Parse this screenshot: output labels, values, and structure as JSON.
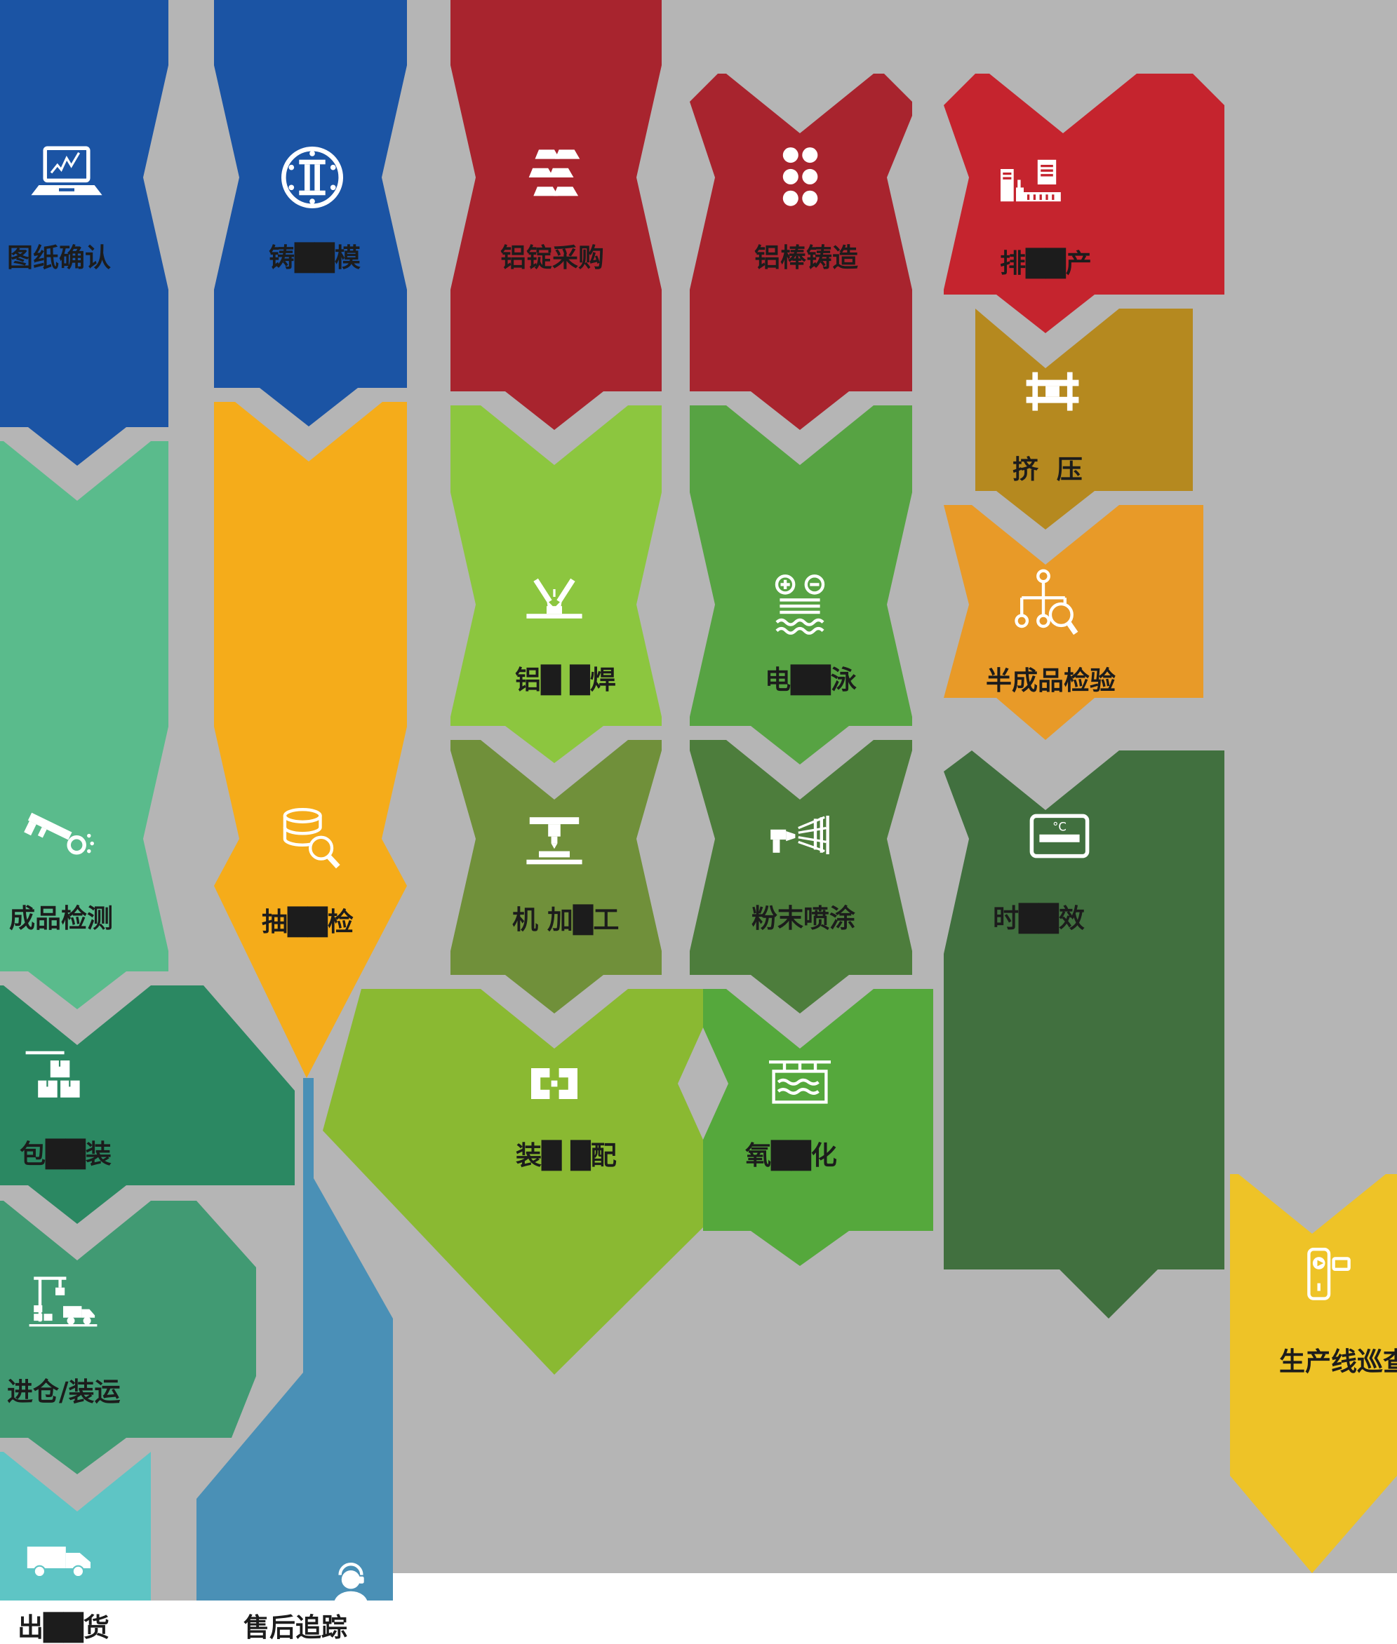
{
  "background": {
    "canvas_color": "#b5b5b5",
    "page_color": "#ffffff"
  },
  "nodes": [
    {
      "label": "图纸确认",
      "icon": "laptop-blueprint-icon",
      "color": "#1b54a4"
    },
    {
      "label": "铸██模",
      "icon": "mold-disc-icon",
      "color": "#1b54a4"
    },
    {
      "label": "铝锭采购",
      "icon": "ingot-stack-icon",
      "color": "#a8242e"
    },
    {
      "label": "铝棒铸造",
      "icon": "rod-circles-icon",
      "color": "#a8242e"
    },
    {
      "label": "排██产",
      "icon": "factory-schedule-icon",
      "color": "#c5242e"
    },
    {
      "label": "挤  压",
      "icon": "extrusion-press-icon",
      "color": "#b5891f"
    },
    {
      "label": "半成品检验",
      "icon": "inspection-tree-icon",
      "color": "#e89a28"
    },
    {
      "label": "电██泳",
      "icon": "electrophoresis-icon",
      "color": "#57a343"
    },
    {
      "label": "铝█ █焊",
      "icon": "welding-torch-icon",
      "color": "#8cc63f"
    },
    {
      "label": "时██效",
      "icon": "aging-oven-icon",
      "color": "#41703f"
    },
    {
      "label": "粉末喷涂",
      "icon": "powder-spray-icon",
      "color": "#4d7d3c"
    },
    {
      "label": "机 加█工",
      "icon": "cnc-machining-icon",
      "color": "#70903a"
    },
    {
      "label": "抽██检",
      "icon": "database-magnifier-icon",
      "color": "#f5ac1a"
    },
    {
      "label": "成品检测",
      "icon": "caliper-inspect-icon",
      "color": "#5abb8c"
    },
    {
      "label": "氧██化",
      "icon": "anodizing-tank-icon",
      "color": "#55a83c"
    },
    {
      "label": "装█ █配",
      "icon": "assembly-parts-icon",
      "color": "#8ab932"
    },
    {
      "label": "包██装",
      "icon": "packing-boxes-icon",
      "color": "#2b8862"
    },
    {
      "label": "进仓/装运",
      "icon": "crane-truck-icon",
      "color": "#419a73"
    },
    {
      "label": "出██货",
      "icon": "delivery-truck-icon",
      "color": "#5ec5c5"
    },
    {
      "label": "售后追踪",
      "icon": "support-agent-icon",
      "color": "#4a90b6"
    },
    {
      "label": "生产线巡查",
      "icon": "patrol-recorder-icon",
      "color": "#eec327"
    }
  ]
}
